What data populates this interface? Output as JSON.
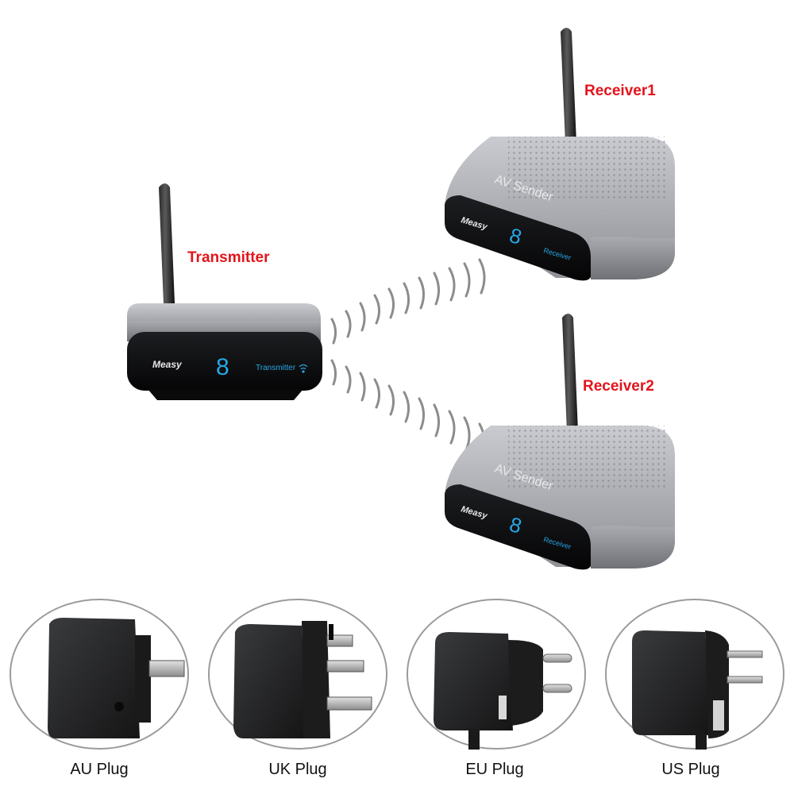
{
  "labels": {
    "transmitter": "Transmitter",
    "receiver1": "Receiver1",
    "receiver2": "Receiver2"
  },
  "devices": {
    "brand": "Measy",
    "lid_text": "AV Sender",
    "display_digit": "8",
    "transmitter_front": "Transmitter",
    "receiver_front": "Receiver"
  },
  "plugs": [
    {
      "label": "AU Plug"
    },
    {
      "label": "UK Plug"
    },
    {
      "label": "EU Plug"
    },
    {
      "label": "US Plug"
    }
  ],
  "colors": {
    "label_red": "#e3141b",
    "display_blue": "#27a7e6",
    "device_silver": "#9a9ca1",
    "device_black": "#111214"
  }
}
